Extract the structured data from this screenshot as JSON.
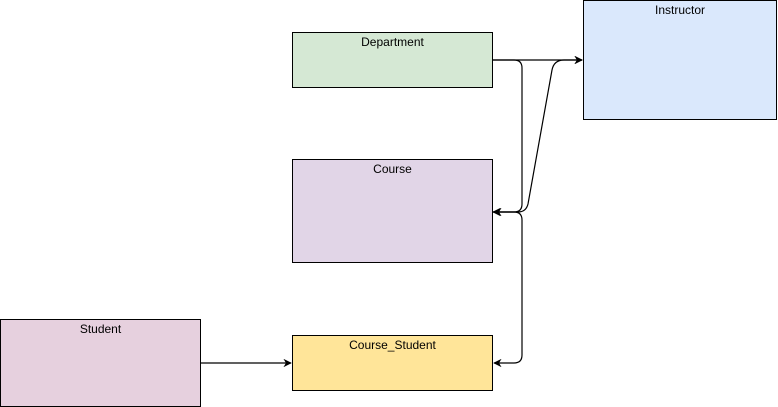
{
  "diagram": {
    "nodes": {
      "department": {
        "label": "Department",
        "fill": "#d5e8d4"
      },
      "instructor": {
        "label": "Instructor",
        "fill": "#dae8fc"
      },
      "course": {
        "label": "Course",
        "fill": "#e1d5e7"
      },
      "student": {
        "label": "Student",
        "fill": "#e6d0de"
      },
      "course_student": {
        "label": "Course_Student",
        "fill": "#ffe599"
      }
    },
    "edges": [
      {
        "from": "Department",
        "to": "Instructor"
      },
      {
        "from": "Department",
        "to": "Course"
      },
      {
        "from": "Course",
        "to": "Instructor"
      },
      {
        "from": "Course",
        "to": "Course_Student"
      },
      {
        "from": "Student",
        "to": "Course_Student"
      }
    ]
  }
}
